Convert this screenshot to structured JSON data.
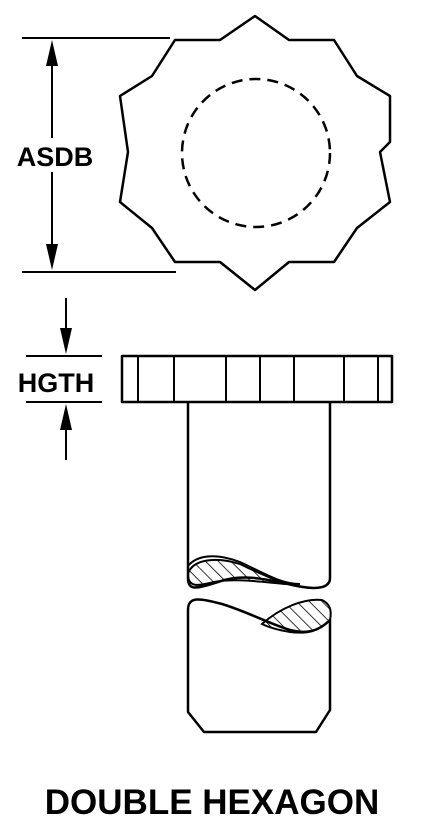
{
  "labels": {
    "head_diameter": "ASDB",
    "head_height": "HGTH",
    "caption": "DOUBLE HEXAGON"
  },
  "colors": {
    "line": "#000000",
    "background": "#ffffff"
  }
}
